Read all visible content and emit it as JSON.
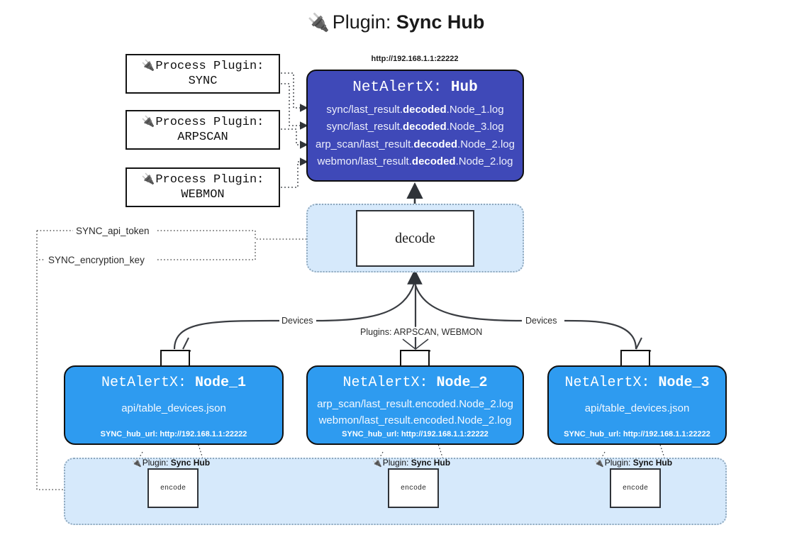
{
  "title": {
    "icon": "plug-icon",
    "prefix": "Plugin: ",
    "name": "Sync Hub"
  },
  "process_plugins": [
    {
      "icon": "plug-icon",
      "label": "Process Plugin:",
      "name": "SYNC"
    },
    {
      "icon": "plug-icon",
      "label": "Process Plugin:",
      "name": "ARPSCAN"
    },
    {
      "icon": "plug-icon",
      "label": "Process Plugin:",
      "name": "WEBMON"
    }
  ],
  "hub": {
    "url": "http://192.168.1.1:22222",
    "title_prefix": "NetAlertX: ",
    "title_name": "Hub",
    "logs": [
      {
        "pre": "sync/last_result.",
        "em": "decoded",
        "post": ".Node_1.log"
      },
      {
        "pre": "sync/last_result.",
        "em": "decoded",
        "post": ".Node_3.log"
      },
      {
        "pre": "arp_scan/last_result.",
        "em": "decoded",
        "post": ".Node_2.log"
      },
      {
        "pre": "webmon/last_result.",
        "em": "decoded",
        "post": ".Node_2.log"
      }
    ]
  },
  "decode": {
    "label": "decode"
  },
  "config_keys": {
    "api_token": "SYNC_api_token",
    "encryption_key": "SYNC_encryption_key"
  },
  "edge_labels": {
    "devices_left": "Devices",
    "devices_right": "Devices",
    "plugins": "Plugins: ARPSCAN, WEBMON"
  },
  "nodes": [
    {
      "title_prefix": "NetAlertX: ",
      "title_name": "Node_1",
      "lines": [
        "api/table_devices.json"
      ],
      "footer": "SYNC_hub_url: http://192.168.1.1:22222",
      "envelope_icon": "envelope-icon"
    },
    {
      "title_prefix": "NetAlertX: ",
      "title_name": "Node_2",
      "lines": [
        "arp_scan/last_result.encoded.Node_2.log",
        "webmon/last_result.encoded.Node_2.log"
      ],
      "footer": "SYNC_hub_url: http://192.168.1.1:22222",
      "envelope_icon": "envelope-icon"
    },
    {
      "title_prefix": "NetAlertX: ",
      "title_name": "Node_3",
      "lines": [
        "api/table_devices.json"
      ],
      "footer": "SYNC_hub_url: http://192.168.1.1:22222",
      "envelope_icon": "envelope-icon"
    }
  ],
  "encoders": [
    {
      "plugin_label": "Plugin: ",
      "plugin_name": "Sync Hub",
      "box_label": "encode",
      "icon": "plug-icon"
    },
    {
      "plugin_label": "Plugin: ",
      "plugin_name": "Sync Hub",
      "box_label": "encode",
      "icon": "plug-icon"
    },
    {
      "plugin_label": "Plugin: ",
      "plugin_name": "Sync Hub",
      "box_label": "encode",
      "icon": "plug-icon"
    }
  ],
  "colors": {
    "hub_fill": "#3f49b8",
    "node_fill": "#2e9bf0",
    "band_fill": "#d6e9fb",
    "band_border": "#8fa8bd",
    "stroke": "#101010",
    "background": "#ffffff"
  }
}
